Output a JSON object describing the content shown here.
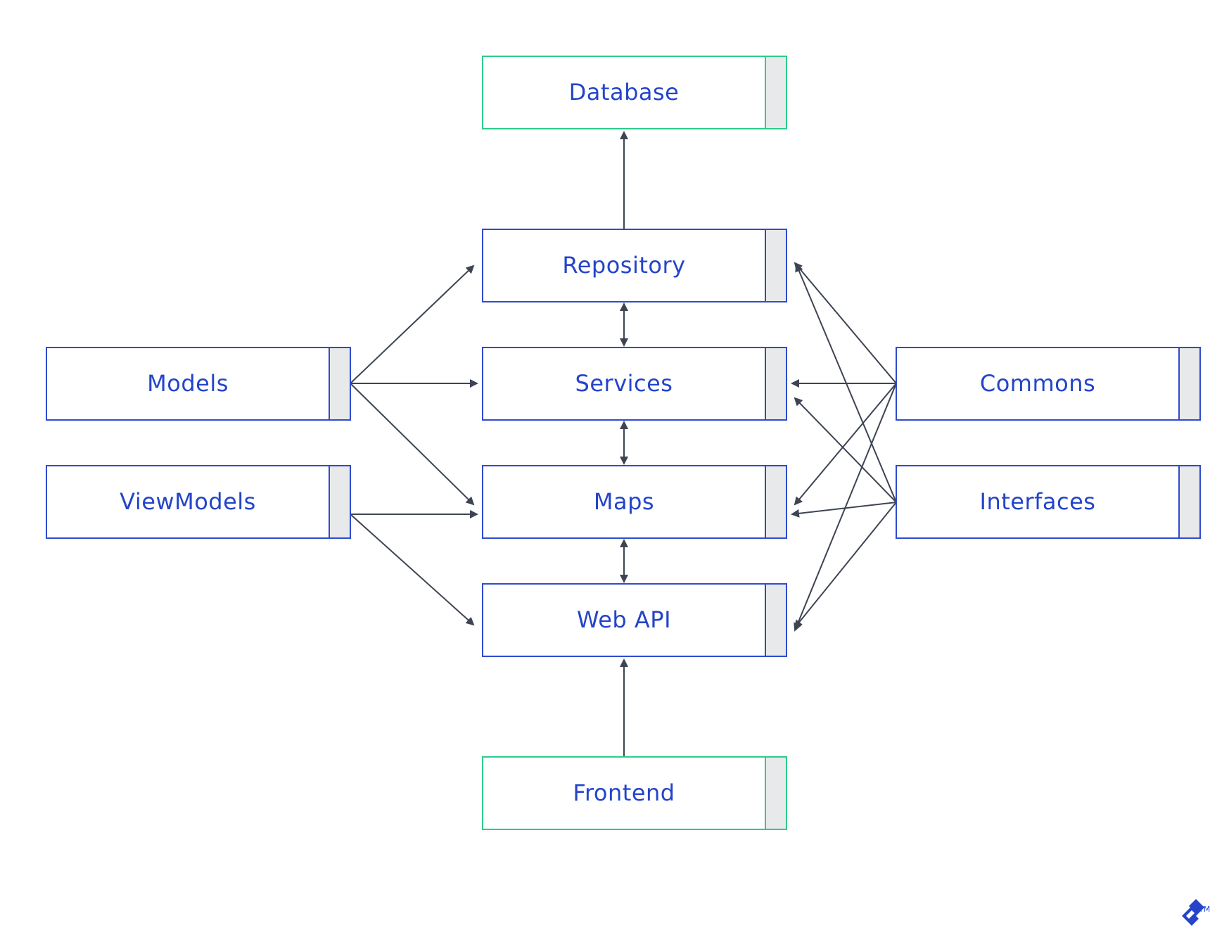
{
  "colors": {
    "blue_border": "#2f4bcf",
    "green_border": "#2ecc8a",
    "label_text": "#2444c9",
    "side_tab_fill": "#e8e9ea",
    "arrow": "#3d4453",
    "logo": "#2444c9"
  },
  "nodes": {
    "database": {
      "label": "Database",
      "style": "green"
    },
    "repository": {
      "label": "Repository",
      "style": "blue"
    },
    "services": {
      "label": "Services",
      "style": "blue"
    },
    "maps": {
      "label": "Maps",
      "style": "blue"
    },
    "webapi": {
      "label": "Web API",
      "style": "blue"
    },
    "frontend": {
      "label": "Frontend",
      "style": "green"
    },
    "models": {
      "label": "Models",
      "style": "blue"
    },
    "viewmodels": {
      "label": "ViewModels",
      "style": "blue"
    },
    "commons": {
      "label": "Commons",
      "style": "blue"
    },
    "interfaces": {
      "label": "Interfaces",
      "style": "blue"
    }
  },
  "edges": [
    {
      "from": "repository",
      "to": "database",
      "direction": "forward"
    },
    {
      "from": "repository",
      "to": "services",
      "direction": "both"
    },
    {
      "from": "services",
      "to": "maps",
      "direction": "both"
    },
    {
      "from": "maps",
      "to": "webapi",
      "direction": "both"
    },
    {
      "from": "frontend",
      "to": "webapi",
      "direction": "forward"
    },
    {
      "from": "models",
      "to": "repository",
      "direction": "forward"
    },
    {
      "from": "models",
      "to": "services",
      "direction": "forward"
    },
    {
      "from": "models",
      "to": "maps",
      "direction": "forward"
    },
    {
      "from": "viewmodels",
      "to": "maps",
      "direction": "forward"
    },
    {
      "from": "viewmodels",
      "to": "webapi",
      "direction": "forward"
    },
    {
      "from": "commons",
      "to": "repository",
      "direction": "forward"
    },
    {
      "from": "commons",
      "to": "services",
      "direction": "forward"
    },
    {
      "from": "commons",
      "to": "maps",
      "direction": "forward"
    },
    {
      "from": "commons",
      "to": "webapi",
      "direction": "forward"
    },
    {
      "from": "interfaces",
      "to": "repository",
      "direction": "forward"
    },
    {
      "from": "interfaces",
      "to": "services",
      "direction": "forward"
    },
    {
      "from": "interfaces",
      "to": "maps",
      "direction": "forward"
    },
    {
      "from": "interfaces",
      "to": "webapi",
      "direction": "forward"
    }
  ],
  "logo": {
    "icon": "toptal-logo-icon",
    "trademark": "TM"
  }
}
